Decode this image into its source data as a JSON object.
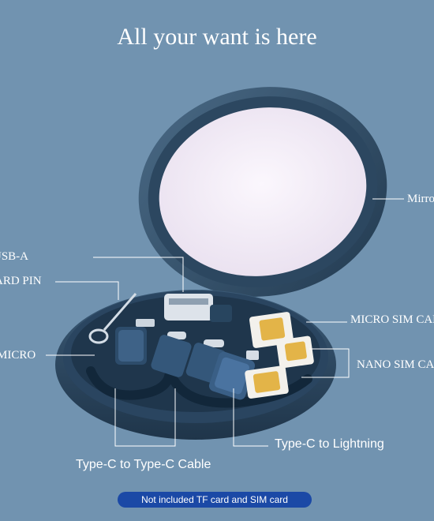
{
  "title": "All your want is here",
  "labels": {
    "mirror": "Mirror",
    "usb_a": "USB-A",
    "card_pin": "CARD PIN",
    "micro": "MICRO",
    "micro_sim": "MICRO SIM CARD",
    "nano_sim": "NANO SIM CARD",
    "type_c_lightning": "Type-C to Lightning",
    "type_c_cable": "Type-C to Type-C Cable"
  },
  "note": "Not included TF card and SIM card",
  "colors": {
    "background": "#7193b0",
    "case": "#2f4a63",
    "mirror": "#f4eef8",
    "sim_gold": "#e3b448",
    "badge": "#1b49a6"
  }
}
